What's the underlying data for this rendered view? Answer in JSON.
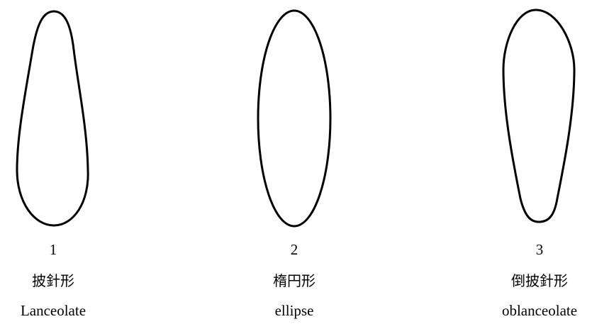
{
  "shapes": [
    {
      "number": "1",
      "japanese": "披針形",
      "english": "Lanceolate",
      "shape": "lanceolate"
    },
    {
      "number": "2",
      "japanese": "楕円形",
      "english": "ellipse",
      "shape": "ellipse"
    },
    {
      "number": "3",
      "japanese": "倒披針形",
      "english": "oblanceolate",
      "shape": "oblanceolate"
    }
  ],
  "colors": {
    "outline": "#000000",
    "background": "#ffffff"
  }
}
